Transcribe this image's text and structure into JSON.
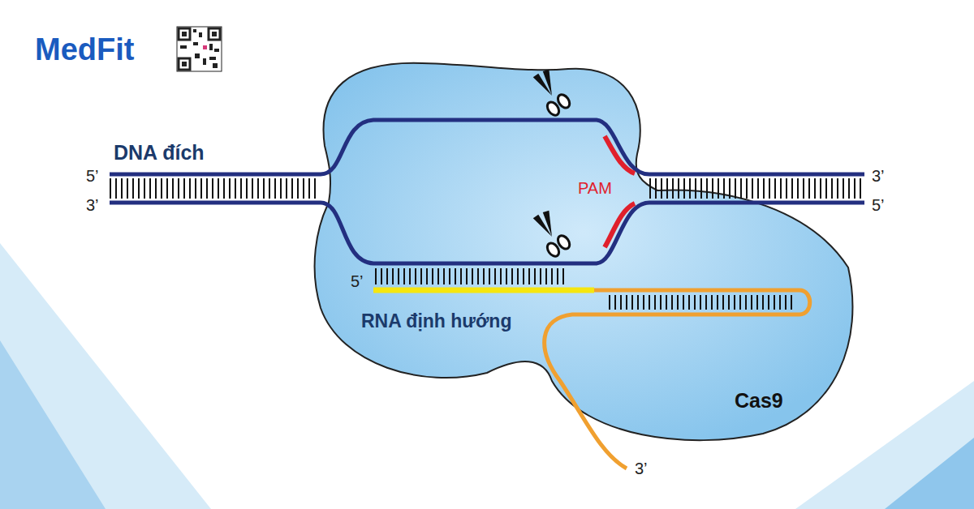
{
  "diagram": {
    "nodes": [
      {
        "text": [
          "Cas9"
        ]
      }
    ],
    "labels": [
      "MedFit",
      "DNA đích",
      "5’",
      "3’",
      "3’",
      "5’",
      "PAM",
      "5’",
      "RNA định hướng",
      "3’"
    ]
  }
}
